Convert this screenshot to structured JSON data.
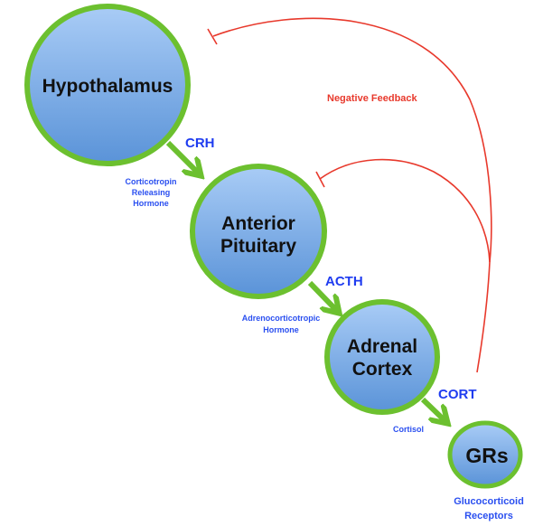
{
  "nodes": {
    "hypothalamus": "Hypothalamus",
    "anterior_pituitary": [
      "Anterior",
      "Pituitary"
    ],
    "adrenal_cortex": [
      "Adrenal",
      "Cortex"
    ],
    "grs": "GRs"
  },
  "hormones": {
    "crh": {
      "abbr": "CRH",
      "full": [
        "Corticotropin",
        "Releasing",
        "Hormone"
      ]
    },
    "acth": {
      "abbr": "ACTH",
      "full": [
        "Adrenocorticotropic",
        "Hormone"
      ]
    },
    "cort": {
      "abbr": "CORT",
      "full": [
        "Cortisol"
      ]
    }
  },
  "grs_full": [
    "Glucocorticoid",
    "Receptors"
  ],
  "feedback_label": "Negative Feedback",
  "colors": {
    "node_fill_top": "#a9ccf6",
    "node_fill_bottom": "#5a93d8",
    "node_stroke": "#6cc02f",
    "arrow": "#6cc02f",
    "hormone_text": "#1f3cf0",
    "feedback": "#e8392c"
  }
}
